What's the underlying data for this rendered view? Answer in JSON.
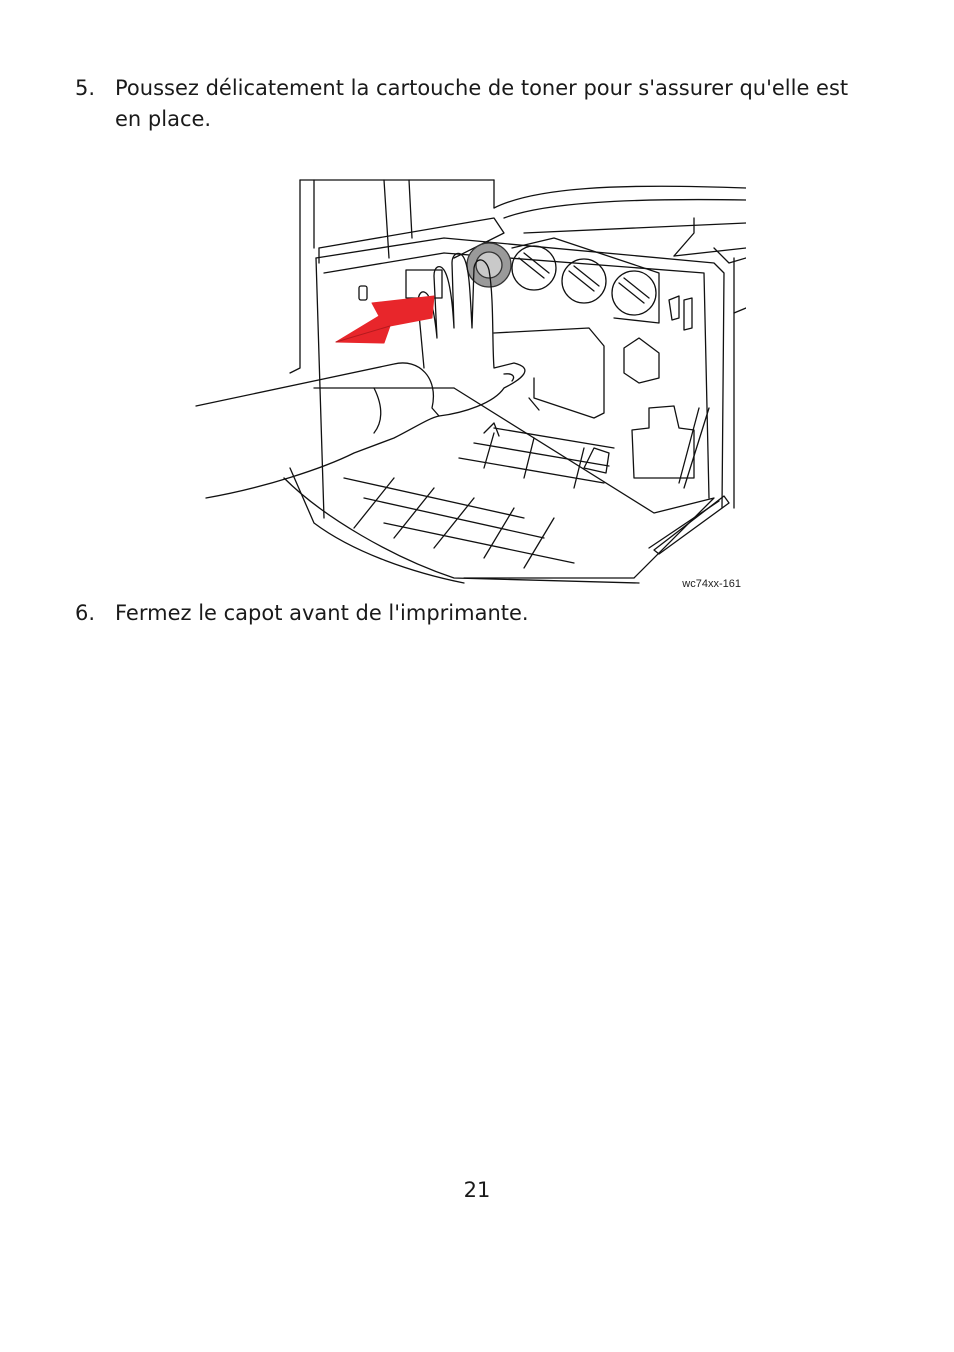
{
  "steps": [
    {
      "number": "5.",
      "text": "Poussez délicatement la cartouche de toner pour s'assurer qu'elle est en place."
    },
    {
      "number": "6.",
      "text": "Fermez le capot avant de l'imprimante."
    }
  ],
  "figure": {
    "code": "wc74xx-161",
    "arrow_color": "#e8262b",
    "icon": "printer-toner-install-illustration"
  },
  "footer": {
    "page_number": "21"
  }
}
